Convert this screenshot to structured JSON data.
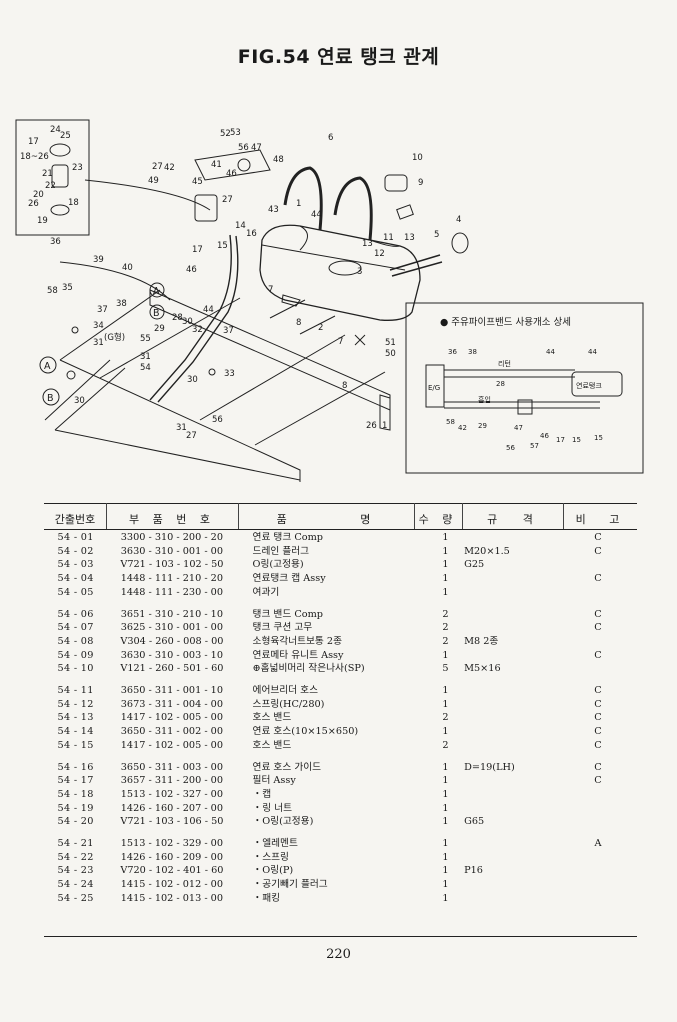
{
  "title": "FIG.54 연료 탱크 관계",
  "diagram": {
    "labels": [
      "1",
      "2",
      "3",
      "4",
      "5",
      "6",
      "7",
      "8",
      "9",
      "10",
      "11",
      "12",
      "13",
      "14",
      "15",
      "16",
      "17",
      "18~26",
      "19",
      "20",
      "21",
      "22",
      "23",
      "24",
      "25",
      "26",
      "27",
      "28",
      "29",
      "30",
      "31",
      "32",
      "33",
      "34",
      "35",
      "36",
      "37",
      "38",
      "39",
      "40",
      "41",
      "42",
      "43",
      "44",
      "45",
      "46",
      "47",
      "48",
      "49",
      "50",
      "51",
      "52",
      "53",
      "54",
      "55",
      "56",
      "57",
      "58",
      "A",
      "B",
      "(G형)",
      "E/G",
      "연료탱크",
      "리턴",
      "흡입"
    ],
    "inset_title": "● 주유파이프밴드 사용개소 상세",
    "inset": {
      "eg": "E/G",
      "tank": "연료탱크",
      "return": "리턴",
      "suction": "흡입",
      "top_nums": [
        "36",
        "38",
        "44",
        "44"
      ],
      "mid_num": "28",
      "bottom_nums": [
        "58",
        "42",
        "29",
        "47",
        "46",
        "17",
        "15",
        "15",
        "56",
        "57"
      ]
    }
  },
  "table": {
    "headers": [
      "간출번호",
      "부 품 번 호",
      "품 명",
      "수 량",
      "규 격",
      "비 고"
    ],
    "groups": [
      [
        {
          "no": "54 - 01",
          "pn": "3300 - 310 - 200 - 20",
          "name": "연료 탱크 Comp",
          "qty": "1",
          "spec": "",
          "rmk": "C"
        },
        {
          "no": "54 - 02",
          "pn": "3630 - 310 - 001 - 00",
          "name": "드레인 플러그",
          "qty": "1",
          "spec": "M20×1.5",
          "rmk": "C"
        },
        {
          "no": "54 - 03",
          "pn": "V721 - 103 - 102 - 50",
          "name": "O링(고정용)",
          "qty": "1",
          "spec": "G25",
          "rmk": ""
        },
        {
          "no": "54 - 04",
          "pn": "1448 - 111 - 210 - 20",
          "name": "연료탱크 캡 Assy",
          "qty": "1",
          "spec": "",
          "rmk": "C"
        },
        {
          "no": "54 - 05",
          "pn": "1448 - 111 - 230 - 00",
          "name": "여과기",
          "qty": "1",
          "spec": "",
          "rmk": ""
        }
      ],
      [
        {
          "no": "54 - 06",
          "pn": "3651 - 310 - 210 - 10",
          "name": "탱크 밴드 Comp",
          "qty": "2",
          "spec": "",
          "rmk": "C"
        },
        {
          "no": "54 - 07",
          "pn": "3625 - 310 - 001 - 00",
          "name": "탱크 쿠션 고무",
          "qty": "2",
          "spec": "",
          "rmk": "C"
        },
        {
          "no": "54 - 08",
          "pn": "V304 - 260 - 008 - 00",
          "name": "소형육각너트보통 2종",
          "qty": "2",
          "spec": "M8 2종",
          "rmk": ""
        },
        {
          "no": "54 - 09",
          "pn": "3630 - 310 - 003 - 10",
          "name": "연료메타 유니트 Assy",
          "qty": "1",
          "spec": "",
          "rmk": "C"
        },
        {
          "no": "54 - 10",
          "pn": "V121 - 260 - 501 - 60",
          "name": "⊕홈넓비머리 작은나사(SP)",
          "qty": "5",
          "spec": "M5×16",
          "rmk": ""
        }
      ],
      [
        {
          "no": "54 - 11",
          "pn": "3650 - 311 - 001 - 10",
          "name": "에어브리더 호스",
          "qty": "1",
          "spec": "",
          "rmk": "C"
        },
        {
          "no": "54 - 12",
          "pn": "3673 - 311 - 004 - 00",
          "name": "스프링(HC/280)",
          "qty": "1",
          "spec": "",
          "rmk": "C"
        },
        {
          "no": "54 - 13",
          "pn": "1417 - 102 - 005 - 00",
          "name": "호스 밴드",
          "qty": "2",
          "spec": "",
          "rmk": "C"
        },
        {
          "no": "54 - 14",
          "pn": "3650 - 311 - 002 - 00",
          "name": "연료 호스(10×15×650)",
          "qty": "1",
          "spec": "",
          "rmk": "C"
        },
        {
          "no": "54 - 15",
          "pn": "1417 - 102 - 005 - 00",
          "name": "호스 밴드",
          "qty": "2",
          "spec": "",
          "rmk": "C"
        }
      ],
      [
        {
          "no": "54 - 16",
          "pn": "3650 - 311 - 003 - 00",
          "name": "연료 호스 가이드",
          "qty": "1",
          "spec": "D=19(LH)",
          "rmk": "C"
        },
        {
          "no": "54 - 17",
          "pn": "3657 - 311 - 200 - 00",
          "name": "필터 Assy",
          "qty": "1",
          "spec": "",
          "rmk": "C"
        },
        {
          "no": "54 - 18",
          "pn": "1513 - 102 - 327 - 00",
          "name": "・캡",
          "qty": "1",
          "spec": "",
          "rmk": ""
        },
        {
          "no": "54 - 19",
          "pn": "1426 - 160 - 207 - 00",
          "name": "・링 너트",
          "qty": "1",
          "spec": "",
          "rmk": ""
        },
        {
          "no": "54 - 20",
          "pn": "V721 - 103 - 106 - 50",
          "name": "・O링(고정용)",
          "qty": "1",
          "spec": "G65",
          "rmk": ""
        }
      ],
      [
        {
          "no": "54 - 21",
          "pn": "1513 - 102 - 329 - 00",
          "name": "・엘레멘트",
          "qty": "1",
          "spec": "",
          "rmk": "A"
        },
        {
          "no": "54 - 22",
          "pn": "1426 - 160 - 209 - 00",
          "name": "・스프링",
          "qty": "1",
          "spec": "",
          "rmk": ""
        },
        {
          "no": "54 - 23",
          "pn": "V720 - 102 - 401 - 60",
          "name": "・O링(P)",
          "qty": "1",
          "spec": "P16",
          "rmk": ""
        },
        {
          "no": "54 - 24",
          "pn": "1415 - 102 - 012 - 00",
          "name": "・공기빼기 플러그",
          "qty": "1",
          "spec": "",
          "rmk": ""
        },
        {
          "no": "54 - 25",
          "pn": "1415 - 102 - 013 - 00",
          "name": "・패킹",
          "qty": "1",
          "spec": "",
          "rmk": ""
        }
      ]
    ]
  },
  "page_number": "220"
}
